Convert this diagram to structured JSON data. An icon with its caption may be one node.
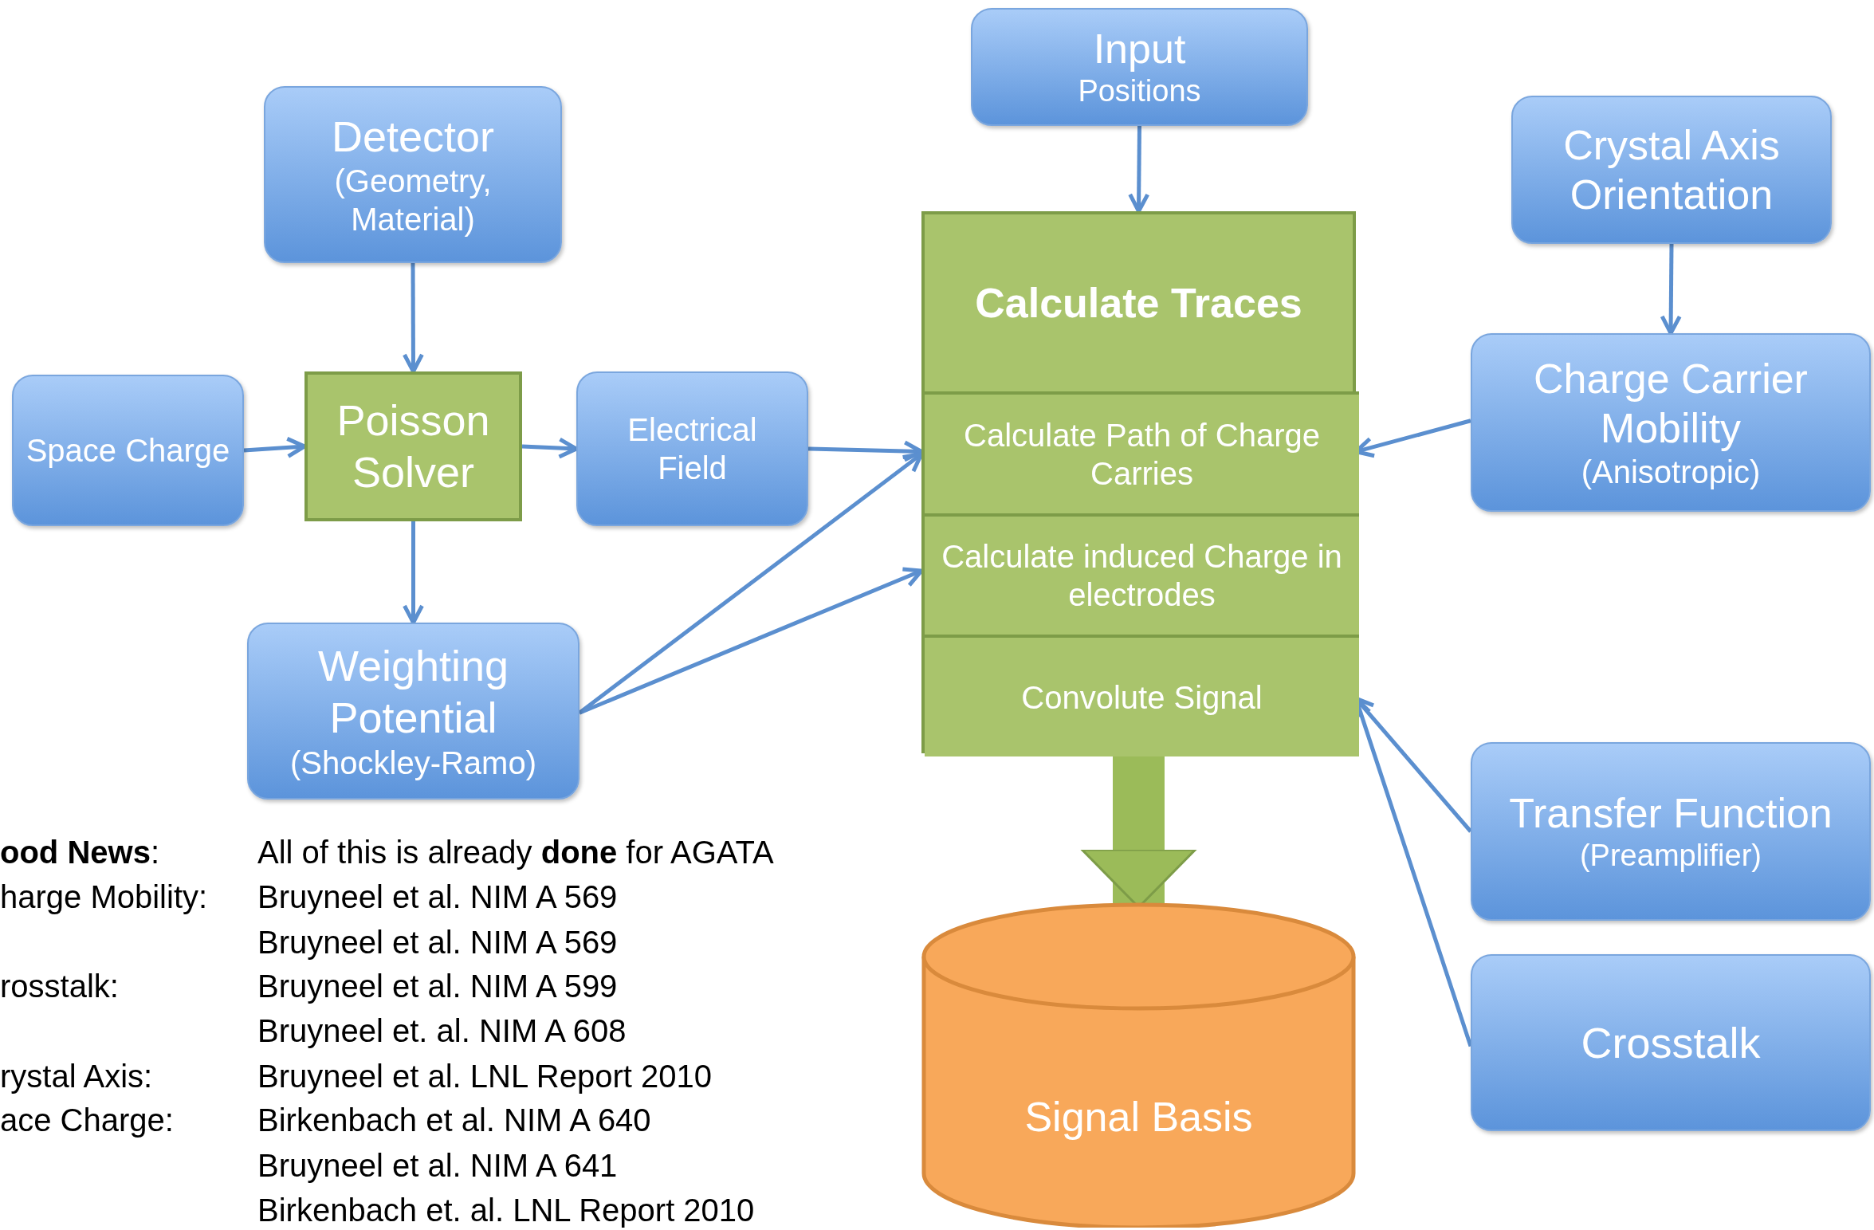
{
  "diagram": {
    "nodes": [
      {
        "text": [
          "Input",
          "Positions"
        ]
      },
      {
        "text": [
          "Detector",
          "(Geometry, Material)"
        ]
      },
      {
        "text": [
          "Crystal Axis Orientation"
        ]
      },
      {
        "text": [
          "Calculate Traces"
        ]
      },
      {
        "text": [
          "Calculate Path of Charge Carries"
        ],
        "in": 3
      },
      {
        "text": [
          "Calculate induced Charge in electrodes"
        ],
        "in": 3
      },
      {
        "text": [
          "Convolute Signal"
        ],
        "in": 3
      },
      {
        "text": [
          "Space Charge"
        ]
      },
      {
        "text": [
          "Poisson Solver"
        ]
      },
      {
        "text": [
          "Electrical Field"
        ]
      },
      {
        "text": [
          "Charge Carrier Mobility",
          "(Anisotropic)"
        ]
      },
      {
        "text": [
          "Weighting Potential",
          "(Shockley-Ramo)"
        ]
      },
      {
        "text": [
          "Transfer Function",
          "(Preamplifier)"
        ]
      },
      {
        "text": [
          "Crosstalk"
        ]
      },
      {
        "text": [
          "Signal Basis"
        ]
      }
    ],
    "edges": [
      {
        "from": 0,
        "to": 3,
        "arrow": "to"
      },
      {
        "from": 1,
        "to": 8,
        "arrow": "to"
      },
      {
        "from": 7,
        "to": 8,
        "arrow": "to"
      },
      {
        "from": 8,
        "to": 9,
        "arrow": "to"
      },
      {
        "from": 8,
        "to": 11,
        "arrow": "to"
      },
      {
        "from": 9,
        "to": 4,
        "arrow": "to"
      },
      {
        "from": 11,
        "to": 4,
        "arrow": "to"
      },
      {
        "from": 11,
        "to": 5,
        "arrow": "to"
      },
      {
        "from": 2,
        "to": 10,
        "arrow": "to"
      },
      {
        "from": 10,
        "to": 4,
        "arrow": "to"
      },
      {
        "from": 12,
        "to": 6,
        "arrow": "to"
      },
      {
        "from": 13,
        "to": 6,
        "arrow": "to"
      },
      {
        "from": 3,
        "to": 14,
        "arrow": "to",
        "style": "thick",
        "color": "#9bbb59"
      }
    ],
    "labels": [
      "**ood News**:",
      "All of this is already **done** for AGATA",
      "harge Mobility:",
      "Bruyneel et al. NIM A 569",
      "Bruyneel et al. NIM A 569",
      "rosstalk:",
      "Bruyneel et al. NIM A 599",
      "Bruyneel et. al. NIM A 608",
      "rystal Axis:",
      "Bruyneel et al. LNL Report 2010",
      "ace Charge:",
      "Birkenbach et al. NIM A 640",
      "Bruyneel et al. NIM A 641",
      "Birkenbach et. al. LNL Report 2010"
    ]
  }
}
